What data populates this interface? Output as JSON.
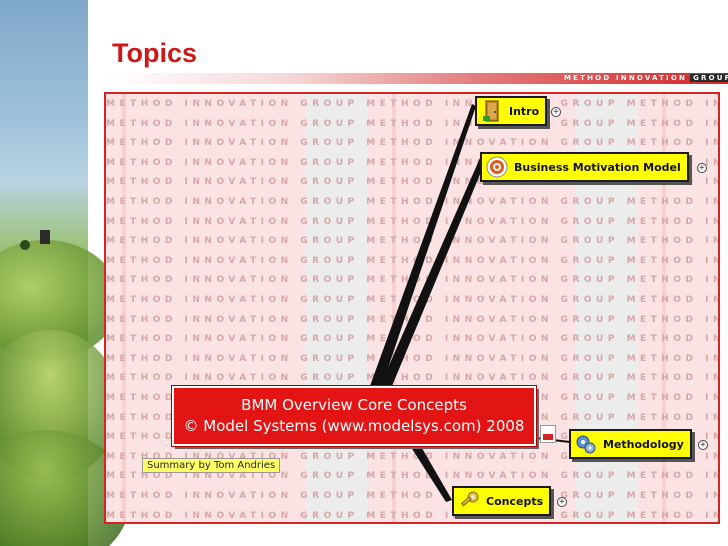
{
  "slide": {
    "title": "Topics",
    "brand": {
      "part1": "METHOD INNOVATION",
      "part2": "GROUP"
    }
  },
  "background_pattern": {
    "words": [
      "METHOD",
      "INNOVATION",
      "GROUP"
    ]
  },
  "diagram": {
    "central": {
      "line1": "BMM Overview Core Concepts",
      "line2": "© Model Systems (www.modelsys.com) 2008"
    },
    "summary": "Summary by Tom Andries",
    "nodes": [
      {
        "id": "intro",
        "label": "Intro",
        "icon": "door-icon"
      },
      {
        "id": "bmm",
        "label": "Business Motivation Model",
        "icon": "target-icon"
      },
      {
        "id": "methodology",
        "label": "Methodology",
        "icon": "gears-icon"
      },
      {
        "id": "concepts",
        "label": "Concepts",
        "icon": "key-icon"
      }
    ],
    "expand_symbol": "+"
  },
  "colors": {
    "accent": "#d42525",
    "node_fill": "#ffff00",
    "banner": "#e31414"
  }
}
